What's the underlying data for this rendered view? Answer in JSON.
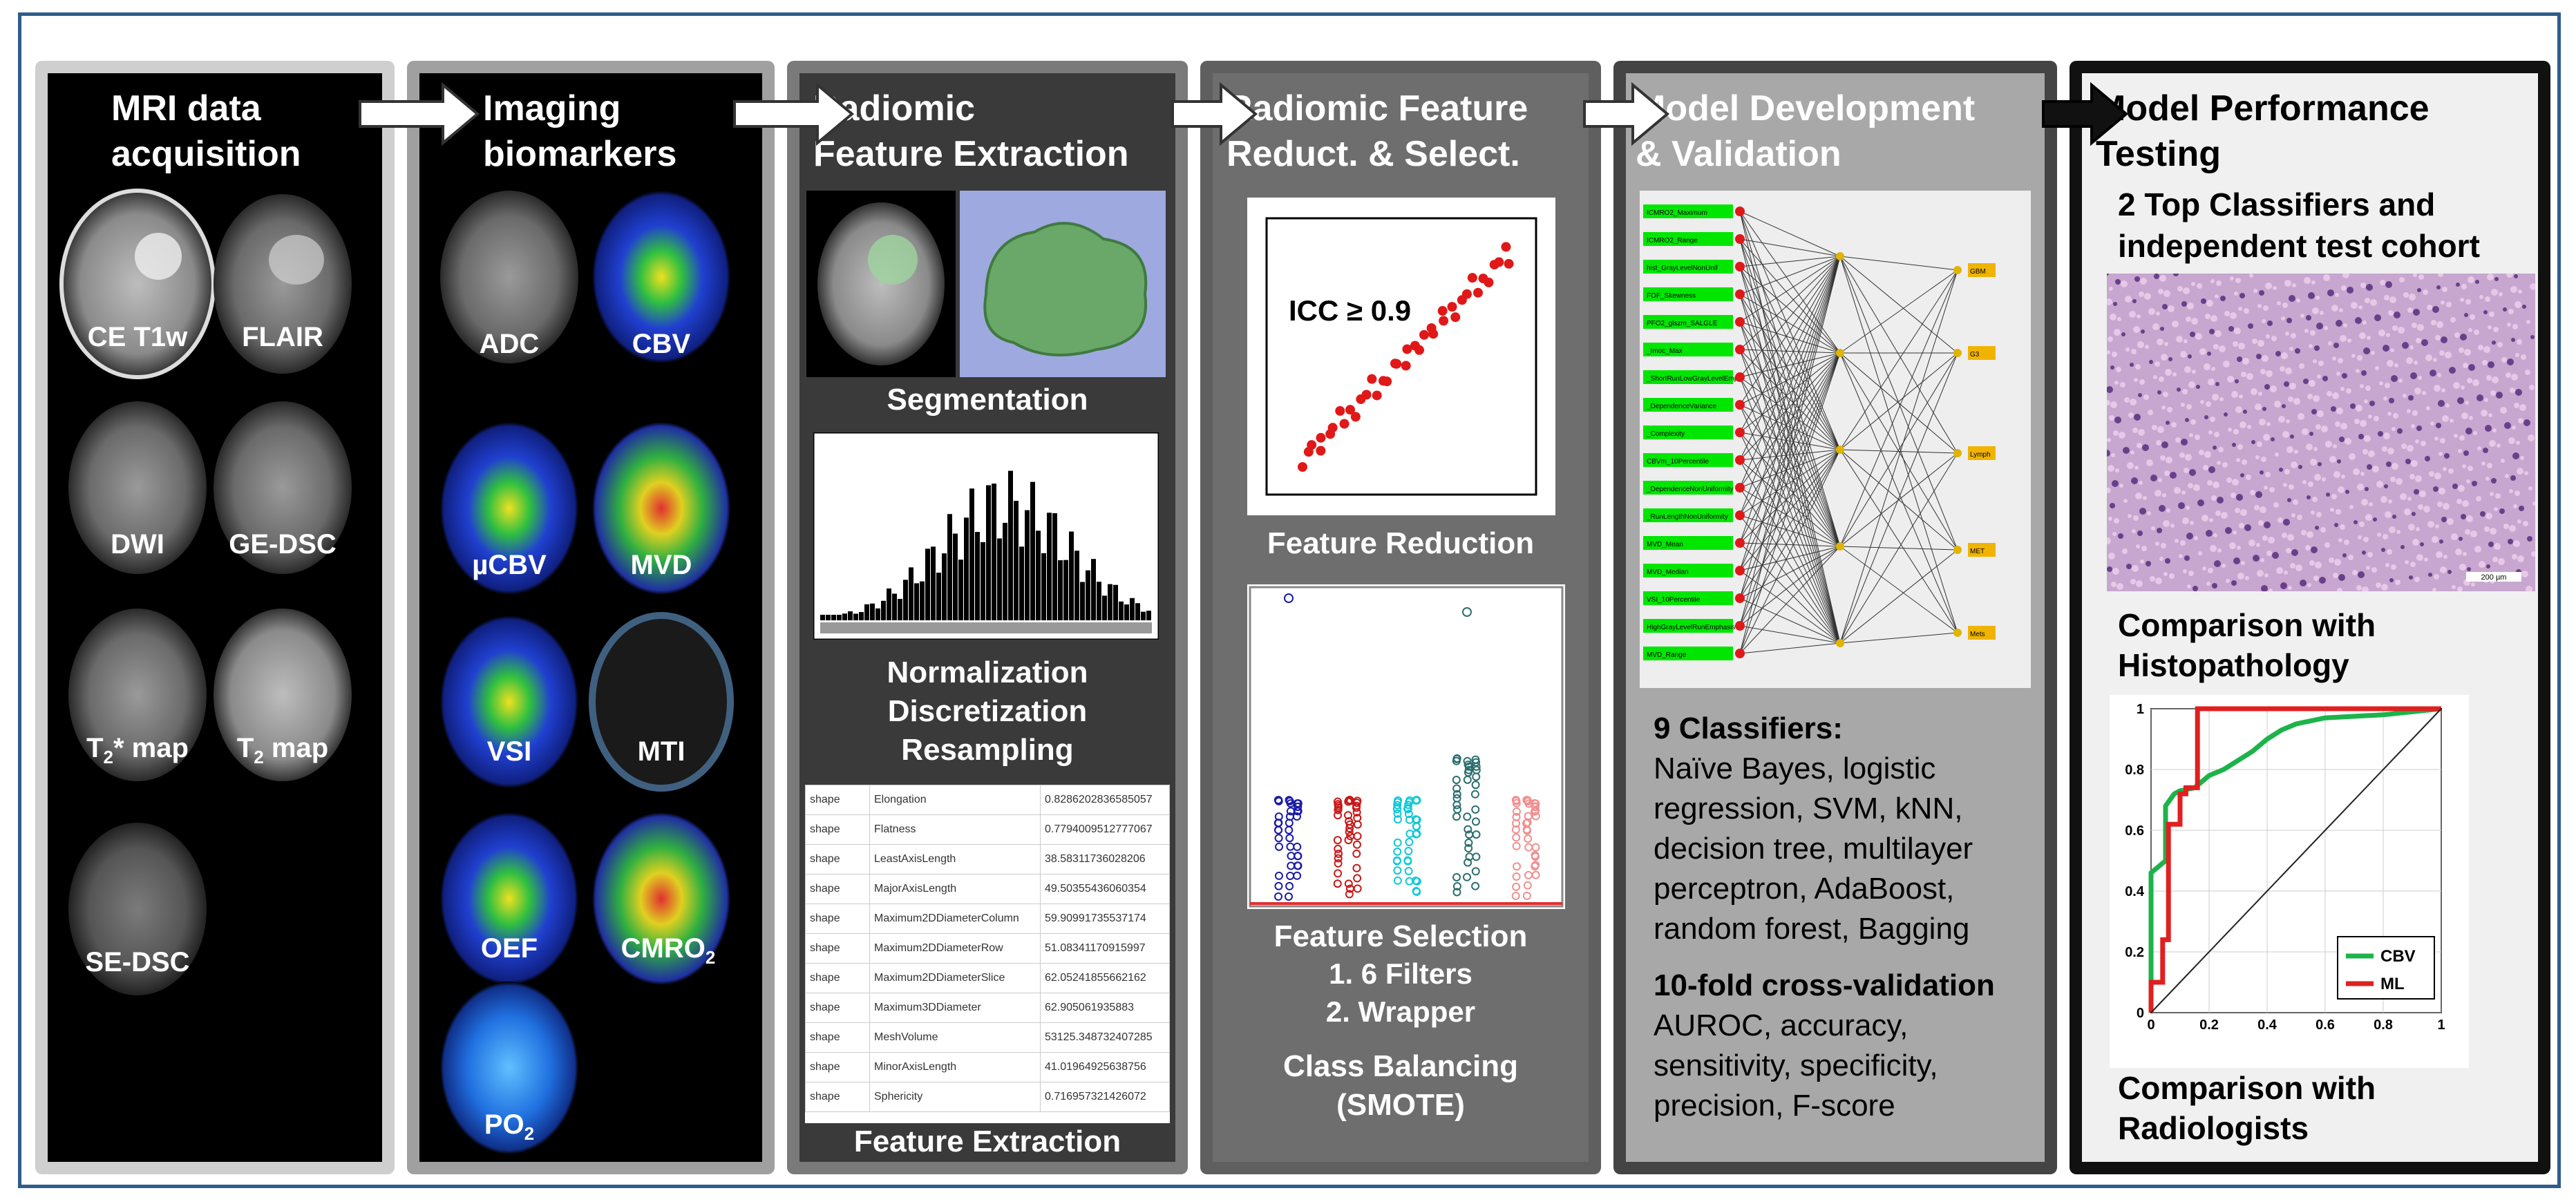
{
  "colors": {
    "frame": "#2e5d8c",
    "p1_border": "#cfcfcf",
    "p2_border": "#a0a0a0",
    "p3_border": "#7a7a7a",
    "p4_border": "#5f5f5f",
    "p5_border": "#444444",
    "p6_border": "#111111"
  },
  "panels": [
    {
      "title": [
        "MRI data",
        "acquisition"
      ]
    },
    {
      "title": [
        "Imaging",
        "biomarkers"
      ]
    },
    {
      "title": [
        "Radiomic",
        "Feature Extraction"
      ]
    },
    {
      "title": [
        "Radiomic Feature",
        "Reduct. & Select."
      ]
    },
    {
      "title": [
        "Model Development",
        "& Validation"
      ]
    },
    {
      "title": [
        "Model Performance",
        "Testing"
      ]
    }
  ],
  "mri_labels": [
    "CE T1w",
    "FLAIR",
    "DWI",
    "GE-DSC",
    "T",
    "* map",
    "T",
    "map",
    "SE-DSC"
  ],
  "biomarker_labels": [
    "ADC",
    "CBV",
    "µCBV",
    "MVD",
    "VSI",
    "MTI",
    "OEF",
    "CMRO",
    "PO"
  ],
  "subscript_2": "2",
  "extraction": {
    "segmentation": "Segmentation",
    "norm": [
      "Normalization",
      "Discretization",
      "Resampling"
    ],
    "feature_extraction": "Feature Extraction",
    "table": [
      [
        "shape",
        "Elongation",
        "0.8286202836585057"
      ],
      [
        "shape",
        "Flatness",
        "0.7794009512777067"
      ],
      [
        "shape",
        "LeastAxisLength",
        "38.58311736028206"
      ],
      [
        "shape",
        "MajorAxisLength",
        "49.50355436060354"
      ],
      [
        "shape",
        "Maximum2DDiameterColumn",
        "59.90991735537174"
      ],
      [
        "shape",
        "Maximum2DDiameterRow",
        "51.08341170915997"
      ],
      [
        "shape",
        "Maximum2DDiameterSlice",
        "62.05241855662162"
      ],
      [
        "shape",
        "Maximum3DDiameter",
        "62.905061935883"
      ],
      [
        "shape",
        "MeshVolume",
        "53125.348732407285"
      ],
      [
        "shape",
        "MinorAxisLength",
        "41.01964925638756"
      ],
      [
        "shape",
        "Sphericity",
        "0.716957321426072"
      ]
    ]
  },
  "reduction": {
    "icc": "ICC ≥ 0.9",
    "feature_reduction": "Feature Reduction",
    "feature_selection": "Feature Selection",
    "filters": "1. 6 Filters",
    "wrapper": "2. Wrapper",
    "balancing": [
      "Class Balancing",
      "(SMOTE)"
    ]
  },
  "model": {
    "classifiers_head": "9 Classifiers:",
    "classifiers": [
      "Naïve Bayes, logistic",
      "regression, SVM, kNN,",
      "decision tree, multilayer",
      "perceptron, AdaBoost,",
      "random forest, Bagging"
    ],
    "cv_head": "10-fold cross-validation",
    "metrics": [
      "AUROC, accuracy,",
      "sensitivity, specificity,",
      "precision, F-score"
    ],
    "nn_inputs": [
      "ICMRO2_Maximum",
      "ICMRO2_Range",
      "hist_GrayLevelNonUnif",
      "FOF_Skewness",
      "PFO2_glszm_SALGLE",
      "_Imoc_Max",
      "_ShortRunLowGrayLevelEmph",
      "_DependenceVariance",
      "_Complexity",
      "CBVm_10Percentile",
      "_DependenceNonUniformity",
      "_RunLengthNonUniformity",
      "MVD_Mean",
      "MVD_Median",
      "VSI_10Percentile",
      "HighGrayLevelRunEmphasis",
      "MVD_Range"
    ],
    "nn_outputs": [
      "GBM",
      "G3",
      "Lymph",
      "MET",
      "Mets"
    ]
  },
  "performance": {
    "test_head": [
      "2 Top Classifiers and",
      "independent test cohort"
    ],
    "histo": [
      "Comparison with",
      "Histopathology"
    ],
    "radio": [
      "Comparison with",
      "Radiologists"
    ],
    "scale_bar": "200 µm"
  },
  "chart_data": {
    "type": "line",
    "title": "",
    "xlabel": "",
    "ylabel": "",
    "xlim": [
      0,
      1
    ],
    "ylim": [
      0,
      1
    ],
    "xticks": [
      "0",
      "0.2",
      "0.4",
      "0.6",
      "0.8",
      "1"
    ],
    "yticks": [
      "0",
      "0.2",
      "0.4",
      "0.6",
      "0.8",
      "1"
    ],
    "legend_position": "bottom-right",
    "series": [
      {
        "name": "CBV",
        "color": "#1db34a",
        "x": [
          0,
          0,
          0.05,
          0.05,
          0.08,
          0.1,
          0.15,
          0.2,
          0.25,
          0.3,
          0.35,
          0.4,
          0.45,
          0.5,
          0.6,
          0.8,
          1
        ],
        "y": [
          0,
          0.46,
          0.5,
          0.68,
          0.72,
          0.73,
          0.74,
          0.78,
          0.8,
          0.83,
          0.86,
          0.9,
          0.93,
          0.95,
          0.97,
          0.98,
          1
        ]
      },
      {
        "name": "ML",
        "color": "#e02020",
        "x": [
          0,
          0,
          0.04,
          0.04,
          0.06,
          0.06,
          0.1,
          0.1,
          0.12,
          0.12,
          0.16,
          0.16,
          0.19,
          0.19,
          1
        ],
        "y": [
          0,
          0.1,
          0.1,
          0.24,
          0.24,
          0.62,
          0.62,
          0.72,
          0.72,
          0.74,
          0.74,
          1,
          1,
          1,
          1
        ]
      },
      {
        "name": "",
        "color": "#222222",
        "x": [
          0,
          1
        ],
        "y": [
          0,
          1
        ]
      }
    ]
  }
}
